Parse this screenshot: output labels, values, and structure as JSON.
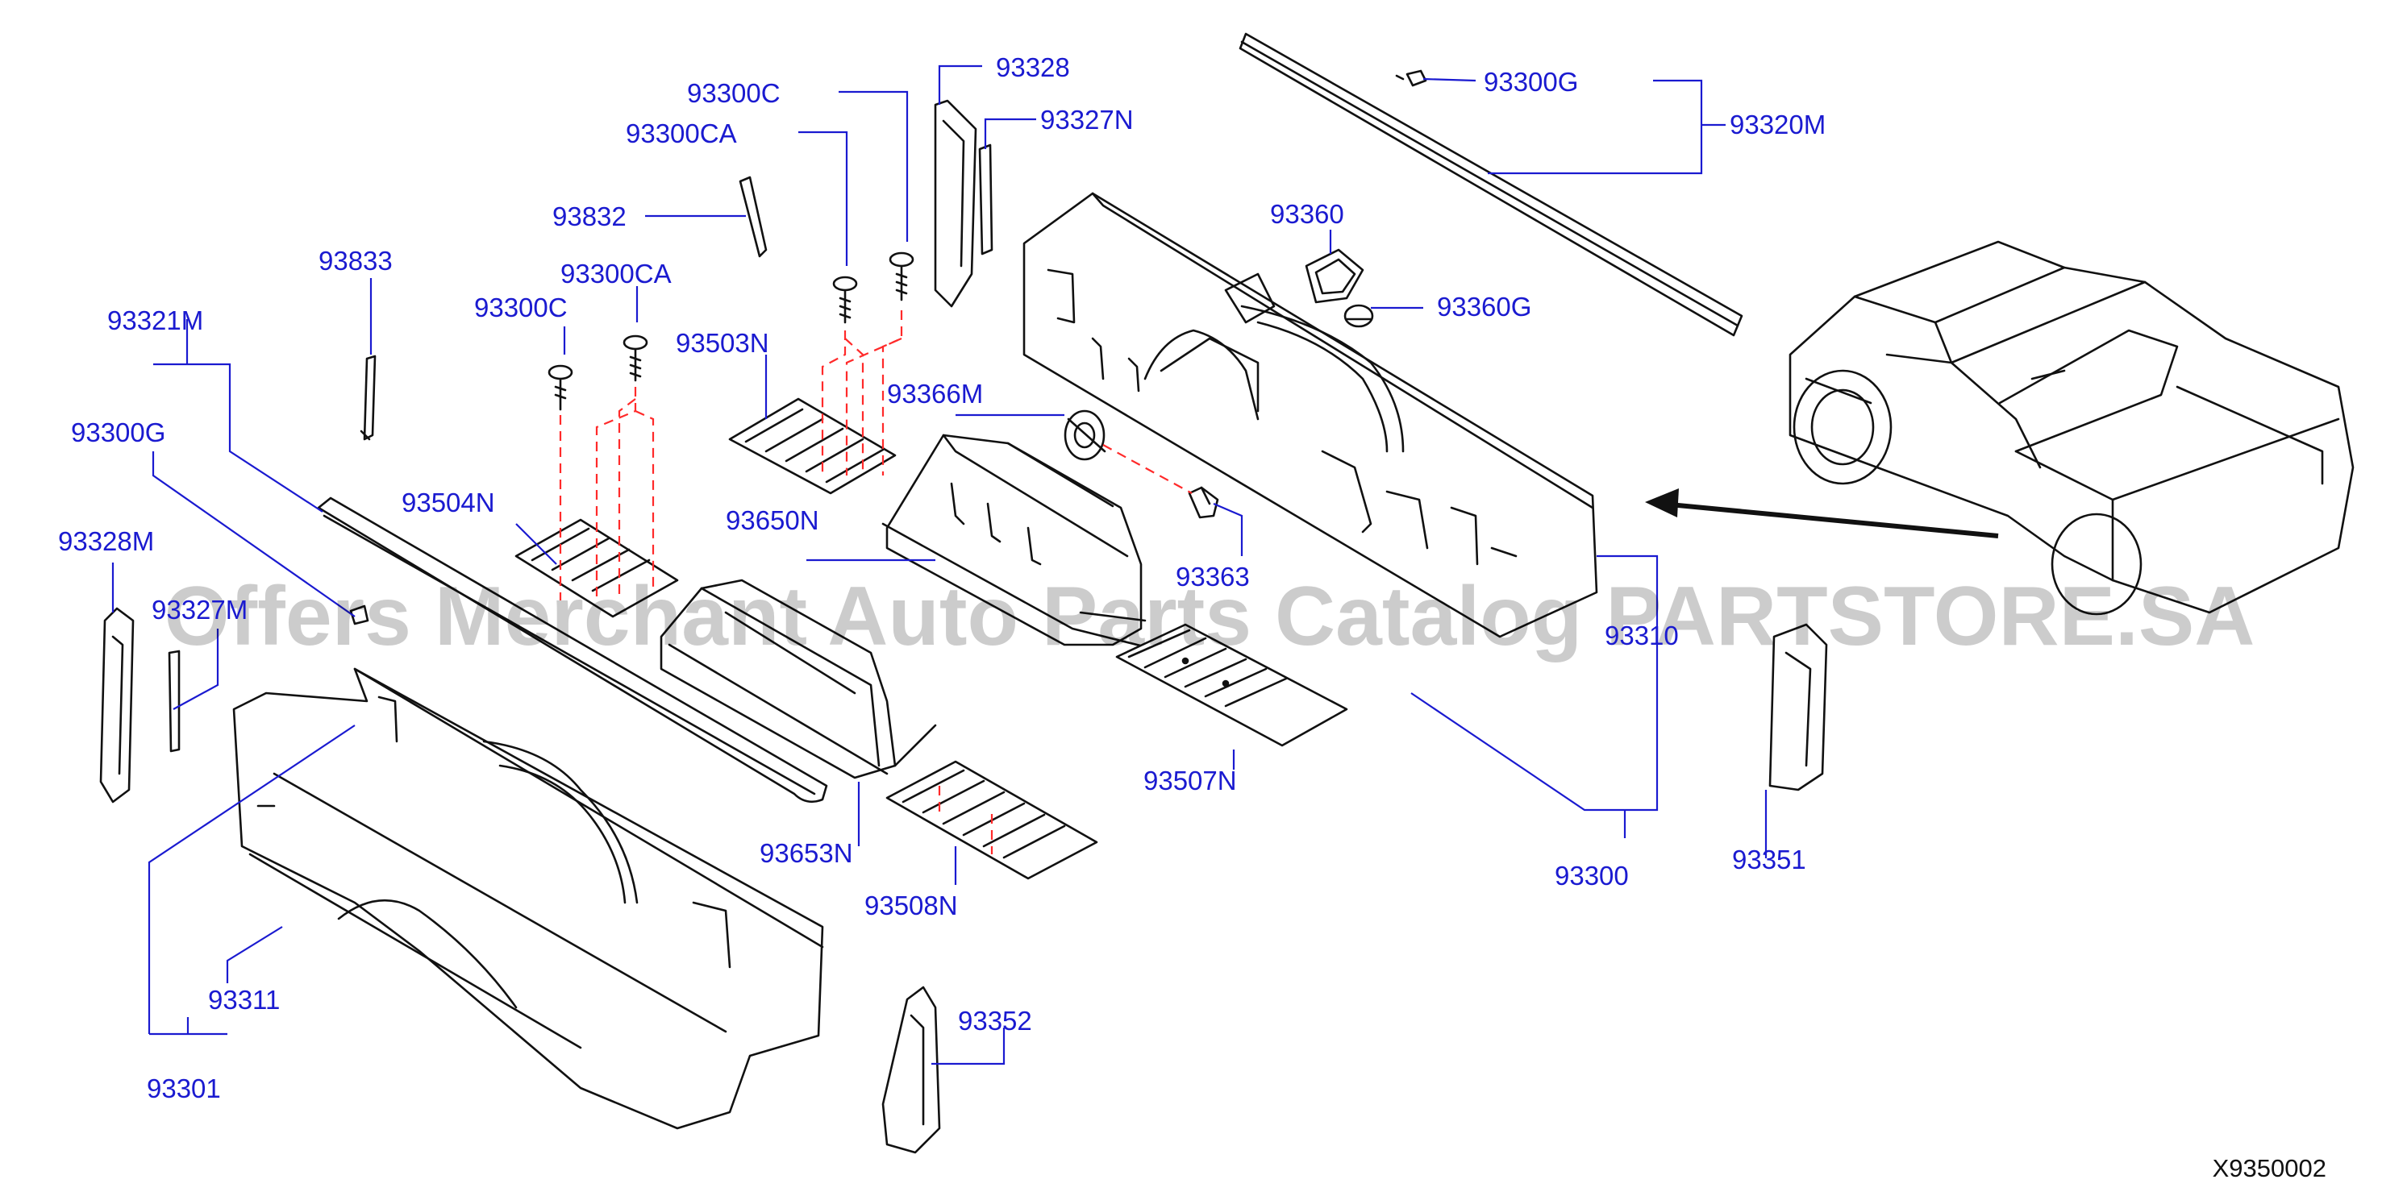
{
  "watermark": "Offers Merchant Auto Parts Catalog PARTSTORE.SA",
  "reference_code": "X9350002",
  "colors": {
    "part_label": "#1a1ad0",
    "dashed_guide": "#ff2a2a",
    "drawing": "#111111"
  },
  "labels": {
    "p93300C_a": "93300C",
    "p93328_top": "93328",
    "p93327N": "93327N",
    "p93300G_top": "93300G",
    "p93320M": "93320M",
    "p93300CA_a": "93300CA",
    "p93832": "93832",
    "p93360": "93360",
    "p93360G": "93360G",
    "p93833": "93833",
    "p93300CA_b": "93300CA",
    "p93321M": "93321M",
    "p93300C_b": "93300C",
    "p93503N": "93503N",
    "p93366M": "93366M",
    "p93300G_left": "93300G",
    "p93504N": "93504N",
    "p93650N": "93650N",
    "p93328M": "93328M",
    "p93363": "93363",
    "p93327_partial": "93327M",
    "p93310": "93310",
    "p93507N": "93507N",
    "p93653N": "93653N",
    "p93351": "93351",
    "p93300": "93300",
    "p93508N": "93508N",
    "p93311": "93311",
    "p93352": "93352",
    "p93301": "93301"
  }
}
